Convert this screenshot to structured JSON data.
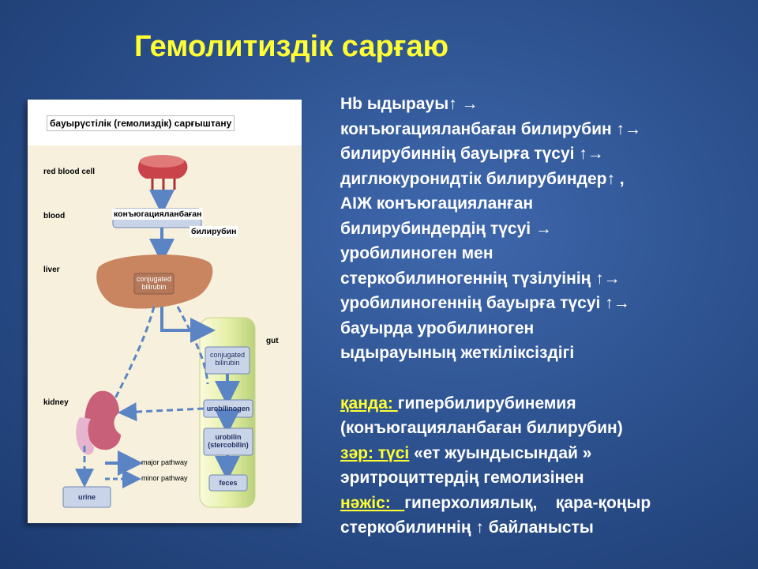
{
  "slide": {
    "title": "Гемолитиздік сарғаю"
  },
  "diagram": {
    "heading": "бауырүстілік (гемолиздік) сарғыштану",
    "left_labels": {
      "rbc": "red blood cell",
      "blood": "blood",
      "liver": "liver",
      "kidney": "kidney"
    },
    "gut_label": "gut",
    "overlay_1": "конъюгацияланбаған",
    "overlay_2": "билирубин",
    "liver_text_1": "conjugated",
    "liver_text_2": "bilirubin",
    "box_gut_conj_1": "conjugated",
    "box_gut_conj_2": "bilirubin",
    "box_urobilinogen": "urobilinogen",
    "box_urobilin_1": "urobilin",
    "box_urobilin_2": "(stercobilin)",
    "box_feces": "feces",
    "box_urine": "urine",
    "legend_major": "major pathway",
    "legend_minor": "minor pathway"
  },
  "description": {
    "lines": [
      "Hb ыдырауы↑ →",
      "конъюгацияланбаған билирубин ↑→",
      "билирубиннің бауырға түсуі ↑→",
      "диглюкуронидтік билирубиндер↑ ,",
      "АІЖ  конъюгацияланған",
      "билирубиндердің түсуі →",
      "уробилиноген мен",
      "стеркобилиногеннің түзілуінің ↑→",
      "уробилиногеннің бауырға түсуі ↑→",
      "бауырда  уробилиноген",
      "ыдырауының  жеткіліксіздігі"
    ],
    "blood_key": "қанда: ",
    "blood_value": "гипербилирубинемия",
    "blood_value_2": "(конъюгацияланбаған  билирубин)",
    "urine_key": "зәр: түсі",
    "urine_value": " «ет жуындысындай »",
    "urine_value_2": "эритроциттердің  гемолизінен",
    "stool_key": "нәжіс:   ",
    "stool_value": "гиперхолиялық,    қара-қоңыр",
    "stool_value_2": "стеркобилиннің ↑ байланысты"
  },
  "colors": {
    "title": "#ffff33",
    "keyword": "#ffff33",
    "text": "#ffffff",
    "arrow": "#5b84c4",
    "box_fill": "#c9d4e9",
    "box_stroke": "#6f86b3"
  }
}
